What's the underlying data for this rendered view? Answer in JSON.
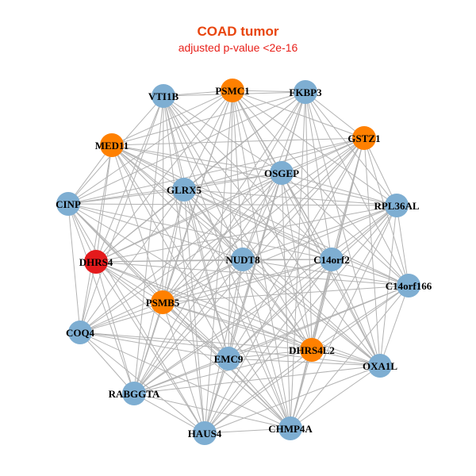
{
  "title": "COAD tumor",
  "subtitle": "adjusted p-value <2e-16",
  "colors": {
    "edge": "#b3b3b3",
    "node_default": "#7eaed2",
    "node_highlight": "#ff8000",
    "node_focus": "#e41a1c",
    "label": "#000000"
  },
  "network": {
    "nodes": [
      {
        "id": "VTI1B",
        "status": "default"
      },
      {
        "id": "PSMC1",
        "status": "highlight"
      },
      {
        "id": "FKBP3",
        "status": "default"
      },
      {
        "id": "MED11",
        "status": "highlight"
      },
      {
        "id": "GSTZ1",
        "status": "highlight"
      },
      {
        "id": "OSGEP",
        "status": "default"
      },
      {
        "id": "GLRX5",
        "status": "default"
      },
      {
        "id": "CINP",
        "status": "default"
      },
      {
        "id": "RPL36AL",
        "status": "default"
      },
      {
        "id": "DHRS4",
        "status": "focus"
      },
      {
        "id": "NUDT8",
        "status": "default"
      },
      {
        "id": "C14orf2",
        "status": "default"
      },
      {
        "id": "C14orf166",
        "status": "default"
      },
      {
        "id": "PSMB5",
        "status": "highlight"
      },
      {
        "id": "COQ4",
        "status": "default"
      },
      {
        "id": "DHRS4L2",
        "status": "highlight"
      },
      {
        "id": "EMC9",
        "status": "default"
      },
      {
        "id": "OXA1L",
        "status": "default"
      },
      {
        "id": "RABGGTA",
        "status": "default"
      },
      {
        "id": "HAUS4",
        "status": "default"
      },
      {
        "id": "CHMP4A",
        "status": "default"
      }
    ],
    "edges": [
      [
        "VTI1B",
        "PSMC1"
      ],
      [
        "VTI1B",
        "FKBP3"
      ],
      [
        "VTI1B",
        "GLRX5"
      ],
      [
        "VTI1B",
        "NUDT8"
      ],
      [
        "VTI1B",
        "C14orf2"
      ],
      [
        "VTI1B",
        "PSMB5"
      ],
      [
        "VTI1B",
        "EMC9"
      ],
      [
        "VTI1B",
        "COQ4"
      ],
      [
        "VTI1B",
        "RABGGTA"
      ],
      [
        "VTI1B",
        "HAUS4"
      ],
      [
        "VTI1B",
        "DHRS4"
      ],
      [
        "VTI1B",
        "CINP"
      ],
      [
        "VTI1B",
        "DHRS4L2"
      ],
      [
        "VTI1B",
        "OSGEP"
      ],
      [
        "VTI1B",
        "OXA1L"
      ],
      [
        "VTI1B",
        "CHMP4A"
      ],
      [
        "PSMC1",
        "FKBP3"
      ],
      [
        "PSMC1",
        "MED11"
      ],
      [
        "PSMC1",
        "GSTZ1"
      ],
      [
        "PSMC1",
        "OSGEP"
      ],
      [
        "PSMC1",
        "GLRX5"
      ],
      [
        "PSMC1",
        "CINP"
      ],
      [
        "PSMC1",
        "DHRS4"
      ],
      [
        "PSMC1",
        "NUDT8"
      ],
      [
        "PSMC1",
        "C14orf2"
      ],
      [
        "PSMC1",
        "PSMB5"
      ],
      [
        "PSMC1",
        "EMC9"
      ],
      [
        "PSMC1",
        "DHRS4L2"
      ],
      [
        "PSMC1",
        "CHMP4A"
      ],
      [
        "PSMC1",
        "HAUS4"
      ],
      [
        "PSMC1",
        "RABGGTA"
      ],
      [
        "PSMC1",
        "OXA1L"
      ],
      [
        "PSMC1",
        "C14orf166"
      ],
      [
        "PSMC1",
        "RPL36AL"
      ],
      [
        "FKBP3",
        "GSTZ1"
      ],
      [
        "FKBP3",
        "OSGEP"
      ],
      [
        "FKBP3",
        "GLRX5"
      ],
      [
        "FKBP3",
        "MED11"
      ],
      [
        "FKBP3",
        "CINP"
      ],
      [
        "FKBP3",
        "DHRS4"
      ],
      [
        "FKBP3",
        "NUDT8"
      ],
      [
        "FKBP3",
        "C14orf2"
      ],
      [
        "FKBP3",
        "C14orf166"
      ],
      [
        "FKBP3",
        "PSMB5"
      ],
      [
        "FKBP3",
        "EMC9"
      ],
      [
        "FKBP3",
        "DHRS4L2"
      ],
      [
        "FKBP3",
        "CHMP4A"
      ],
      [
        "FKBP3",
        "HAUS4"
      ],
      [
        "FKBP3",
        "RABGGTA"
      ],
      [
        "FKBP3",
        "OXA1L"
      ],
      [
        "FKBP3",
        "RPL36AL"
      ],
      [
        "MED11",
        "GLRX5"
      ],
      [
        "MED11",
        "CINP"
      ],
      [
        "MED11",
        "DHRS4"
      ],
      [
        "MED11",
        "NUDT8"
      ],
      [
        "MED11",
        "C14orf2"
      ],
      [
        "MED11",
        "PSMB5"
      ],
      [
        "MED11",
        "EMC9"
      ],
      [
        "MED11",
        "COQ4"
      ],
      [
        "MED11",
        "OSGEP"
      ],
      [
        "MED11",
        "GSTZ1"
      ],
      [
        "MED11",
        "DHRS4L2"
      ],
      [
        "MED11",
        "RPL36AL"
      ],
      [
        "MED11",
        "OXA1L"
      ],
      [
        "MED11",
        "C14orf166"
      ],
      [
        "MED11",
        "CHMP4A"
      ],
      [
        "GSTZ1",
        "OSGEP"
      ],
      [
        "GSTZ1",
        "GLRX5"
      ],
      [
        "GSTZ1",
        "RPL36AL"
      ],
      [
        "GSTZ1",
        "C14orf2"
      ],
      [
        "GSTZ1",
        "C14orf166"
      ],
      [
        "GSTZ1",
        "NUDT8"
      ],
      [
        "GSTZ1",
        "PSMB5"
      ],
      [
        "GSTZ1",
        "EMC9"
      ],
      [
        "GSTZ1",
        "DHRS4L2"
      ],
      [
        "GSTZ1",
        "CHMP4A"
      ],
      [
        "GSTZ1",
        "HAUS4"
      ],
      [
        "GSTZ1",
        "RABGGTA"
      ],
      [
        "GSTZ1",
        "COQ4"
      ],
      [
        "GSTZ1",
        "DHRS4"
      ],
      [
        "GSTZ1",
        "CINP"
      ],
      [
        "GSTZ1",
        "OXA1L"
      ],
      [
        "OSGEP",
        "GLRX5"
      ],
      [
        "OSGEP",
        "CINP"
      ],
      [
        "OSGEP",
        "RPL36AL"
      ],
      [
        "OSGEP",
        "DHRS4"
      ],
      [
        "OSGEP",
        "NUDT8"
      ],
      [
        "OSGEP",
        "C14orf2"
      ],
      [
        "OSGEP",
        "C14orf166"
      ],
      [
        "OSGEP",
        "PSMB5"
      ],
      [
        "OSGEP",
        "EMC9"
      ],
      [
        "OSGEP",
        "DHRS4L2"
      ],
      [
        "OSGEP",
        "OXA1L"
      ],
      [
        "OSGEP",
        "COQ4"
      ],
      [
        "OSGEP",
        "RABGGTA"
      ],
      [
        "OSGEP",
        "HAUS4"
      ],
      [
        "OSGEP",
        "CHMP4A"
      ],
      [
        "GLRX5",
        "CINP"
      ],
      [
        "GLRX5",
        "DHRS4"
      ],
      [
        "GLRX5",
        "NUDT8"
      ],
      [
        "GLRX5",
        "C14orf2"
      ],
      [
        "GLRX5",
        "PSMB5"
      ],
      [
        "GLRX5",
        "COQ4"
      ],
      [
        "GLRX5",
        "EMC9"
      ],
      [
        "GLRX5",
        "RABGGTA"
      ],
      [
        "GLRX5",
        "HAUS4"
      ],
      [
        "GLRX5",
        "DHRS4L2"
      ],
      [
        "GLRX5",
        "OXA1L"
      ],
      [
        "GLRX5",
        "RPL36AL"
      ],
      [
        "GLRX5",
        "CHMP4A"
      ],
      [
        "GLRX5",
        "C14orf166"
      ],
      [
        "CINP",
        "DHRS4"
      ],
      [
        "CINP",
        "NUDT8"
      ],
      [
        "CINP",
        "C14orf2"
      ],
      [
        "CINP",
        "PSMB5"
      ],
      [
        "CINP",
        "COQ4"
      ],
      [
        "CINP",
        "EMC9"
      ],
      [
        "CINP",
        "RABGGTA"
      ],
      [
        "CINP",
        "HAUS4"
      ],
      [
        "CINP",
        "DHRS4L2"
      ],
      [
        "CINP",
        "CHMP4A"
      ],
      [
        "CINP",
        "RPL36AL"
      ],
      [
        "RPL36AL",
        "C14orf2"
      ],
      [
        "RPL36AL",
        "C14orf166"
      ],
      [
        "RPL36AL",
        "NUDT8"
      ],
      [
        "RPL36AL",
        "PSMB5"
      ],
      [
        "RPL36AL",
        "DHRS4L2"
      ],
      [
        "RPL36AL",
        "EMC9"
      ],
      [
        "RPL36AL",
        "OXA1L"
      ],
      [
        "RPL36AL",
        "CHMP4A"
      ],
      [
        "RPL36AL",
        "DHRS4"
      ],
      [
        "RPL36AL",
        "HAUS4"
      ],
      [
        "RPL36AL",
        "RABGGTA"
      ],
      [
        "DHRS4",
        "NUDT8"
      ],
      [
        "DHRS4",
        "C14orf2"
      ],
      [
        "DHRS4",
        "PSMB5"
      ],
      [
        "DHRS4",
        "COQ4"
      ],
      [
        "DHRS4",
        "EMC9"
      ],
      [
        "DHRS4",
        "RABGGTA"
      ],
      [
        "DHRS4",
        "HAUS4"
      ],
      [
        "DHRS4",
        "DHRS4L2"
      ],
      [
        "DHRS4",
        "OXA1L"
      ],
      [
        "DHRS4",
        "CHMP4A"
      ],
      [
        "DHRS4",
        "C14orf166"
      ],
      [
        "NUDT8",
        "C14orf2"
      ],
      [
        "NUDT8",
        "C14orf166"
      ],
      [
        "NUDT8",
        "PSMB5"
      ],
      [
        "NUDT8",
        "EMC9"
      ],
      [
        "NUDT8",
        "DHRS4L2"
      ],
      [
        "NUDT8",
        "COQ4"
      ],
      [
        "NUDT8",
        "RABGGTA"
      ],
      [
        "NUDT8",
        "HAUS4"
      ],
      [
        "NUDT8",
        "CHMP4A"
      ],
      [
        "NUDT8",
        "OXA1L"
      ],
      [
        "C14orf2",
        "C14orf166"
      ],
      [
        "C14orf2",
        "PSMB5"
      ],
      [
        "C14orf2",
        "EMC9"
      ],
      [
        "C14orf2",
        "DHRS4L2"
      ],
      [
        "C14orf2",
        "OXA1L"
      ],
      [
        "C14orf2",
        "CHMP4A"
      ],
      [
        "C14orf2",
        "HAUS4"
      ],
      [
        "C14orf2",
        "RABGGTA"
      ],
      [
        "C14orf2",
        "COQ4"
      ],
      [
        "C14orf166",
        "DHRS4L2"
      ],
      [
        "C14orf166",
        "OXA1L"
      ],
      [
        "C14orf166",
        "EMC9"
      ],
      [
        "C14orf166",
        "CHMP4A"
      ],
      [
        "C14orf166",
        "PSMB5"
      ],
      [
        "C14orf166",
        "HAUS4"
      ],
      [
        "C14orf166",
        "RABGGTA"
      ],
      [
        "PSMB5",
        "COQ4"
      ],
      [
        "PSMB5",
        "EMC9"
      ],
      [
        "PSMB5",
        "RABGGTA"
      ],
      [
        "PSMB5",
        "HAUS4"
      ],
      [
        "PSMB5",
        "DHRS4L2"
      ],
      [
        "PSMB5",
        "CHMP4A"
      ],
      [
        "PSMB5",
        "OXA1L"
      ],
      [
        "COQ4",
        "RABGGTA"
      ],
      [
        "COQ4",
        "HAUS4"
      ],
      [
        "COQ4",
        "EMC9"
      ],
      [
        "COQ4",
        "DHRS4L2"
      ],
      [
        "COQ4",
        "CHMP4A"
      ],
      [
        "COQ4",
        "OXA1L"
      ],
      [
        "DHRS4L2",
        "EMC9"
      ],
      [
        "DHRS4L2",
        "OXA1L"
      ],
      [
        "DHRS4L2",
        "CHMP4A"
      ],
      [
        "DHRS4L2",
        "HAUS4"
      ],
      [
        "DHRS4L2",
        "RABGGTA"
      ],
      [
        "EMC9",
        "OXA1L"
      ],
      [
        "EMC9",
        "RABGGTA"
      ],
      [
        "EMC9",
        "HAUS4"
      ],
      [
        "EMC9",
        "CHMP4A"
      ],
      [
        "OXA1L",
        "CHMP4A"
      ],
      [
        "OXA1L",
        "HAUS4"
      ],
      [
        "OXA1L",
        "RABGGTA"
      ],
      [
        "RABGGTA",
        "HAUS4"
      ],
      [
        "RABGGTA",
        "CHMP4A"
      ],
      [
        "HAUS4",
        "CHMP4A"
      ]
    ]
  }
}
